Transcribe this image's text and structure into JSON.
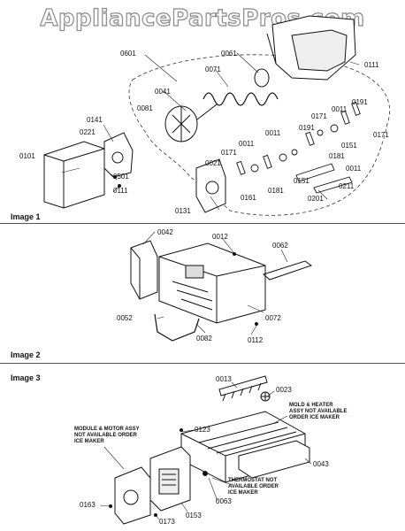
{
  "watermark": "AppliancePartsPros.com",
  "sections": [
    {
      "title": "Image 1"
    },
    {
      "title": "Image 2"
    },
    {
      "title": "Image 3"
    }
  ],
  "image1": {
    "labels": [
      "0601",
      "0061",
      "0071",
      "0111",
      "0041",
      "0081",
      "0191",
      "0011",
      "0171",
      "0141",
      "0221",
      "0011",
      "0191",
      "0151",
      "0171",
      "0011",
      "0021",
      "0171",
      "0181",
      "0101",
      "0501",
      "0111",
      "0011",
      "0161",
      "0181",
      "0151",
      "0211",
      "0131",
      "0201"
    ]
  },
  "image2": {
    "labels": [
      "0042",
      "0012",
      "0062",
      "0072",
      "0052",
      "0082",
      "0112"
    ]
  },
  "image3": {
    "labels": [
      "0013",
      "0023",
      "0123",
      "0043",
      "0163",
      "0173",
      "0153",
      "0063"
    ],
    "notes": [
      "MOLD & HEATER\nASSY NOT AVAILABLE\nORDER ICE MAKER",
      "MODULE & MOTOR ASSY\nNOT AVAILABLE ORDER\nICE MAKER",
      "THERMOSTAT NOT\nAVAILABLE ORDER\nICE MAKER"
    ]
  }
}
